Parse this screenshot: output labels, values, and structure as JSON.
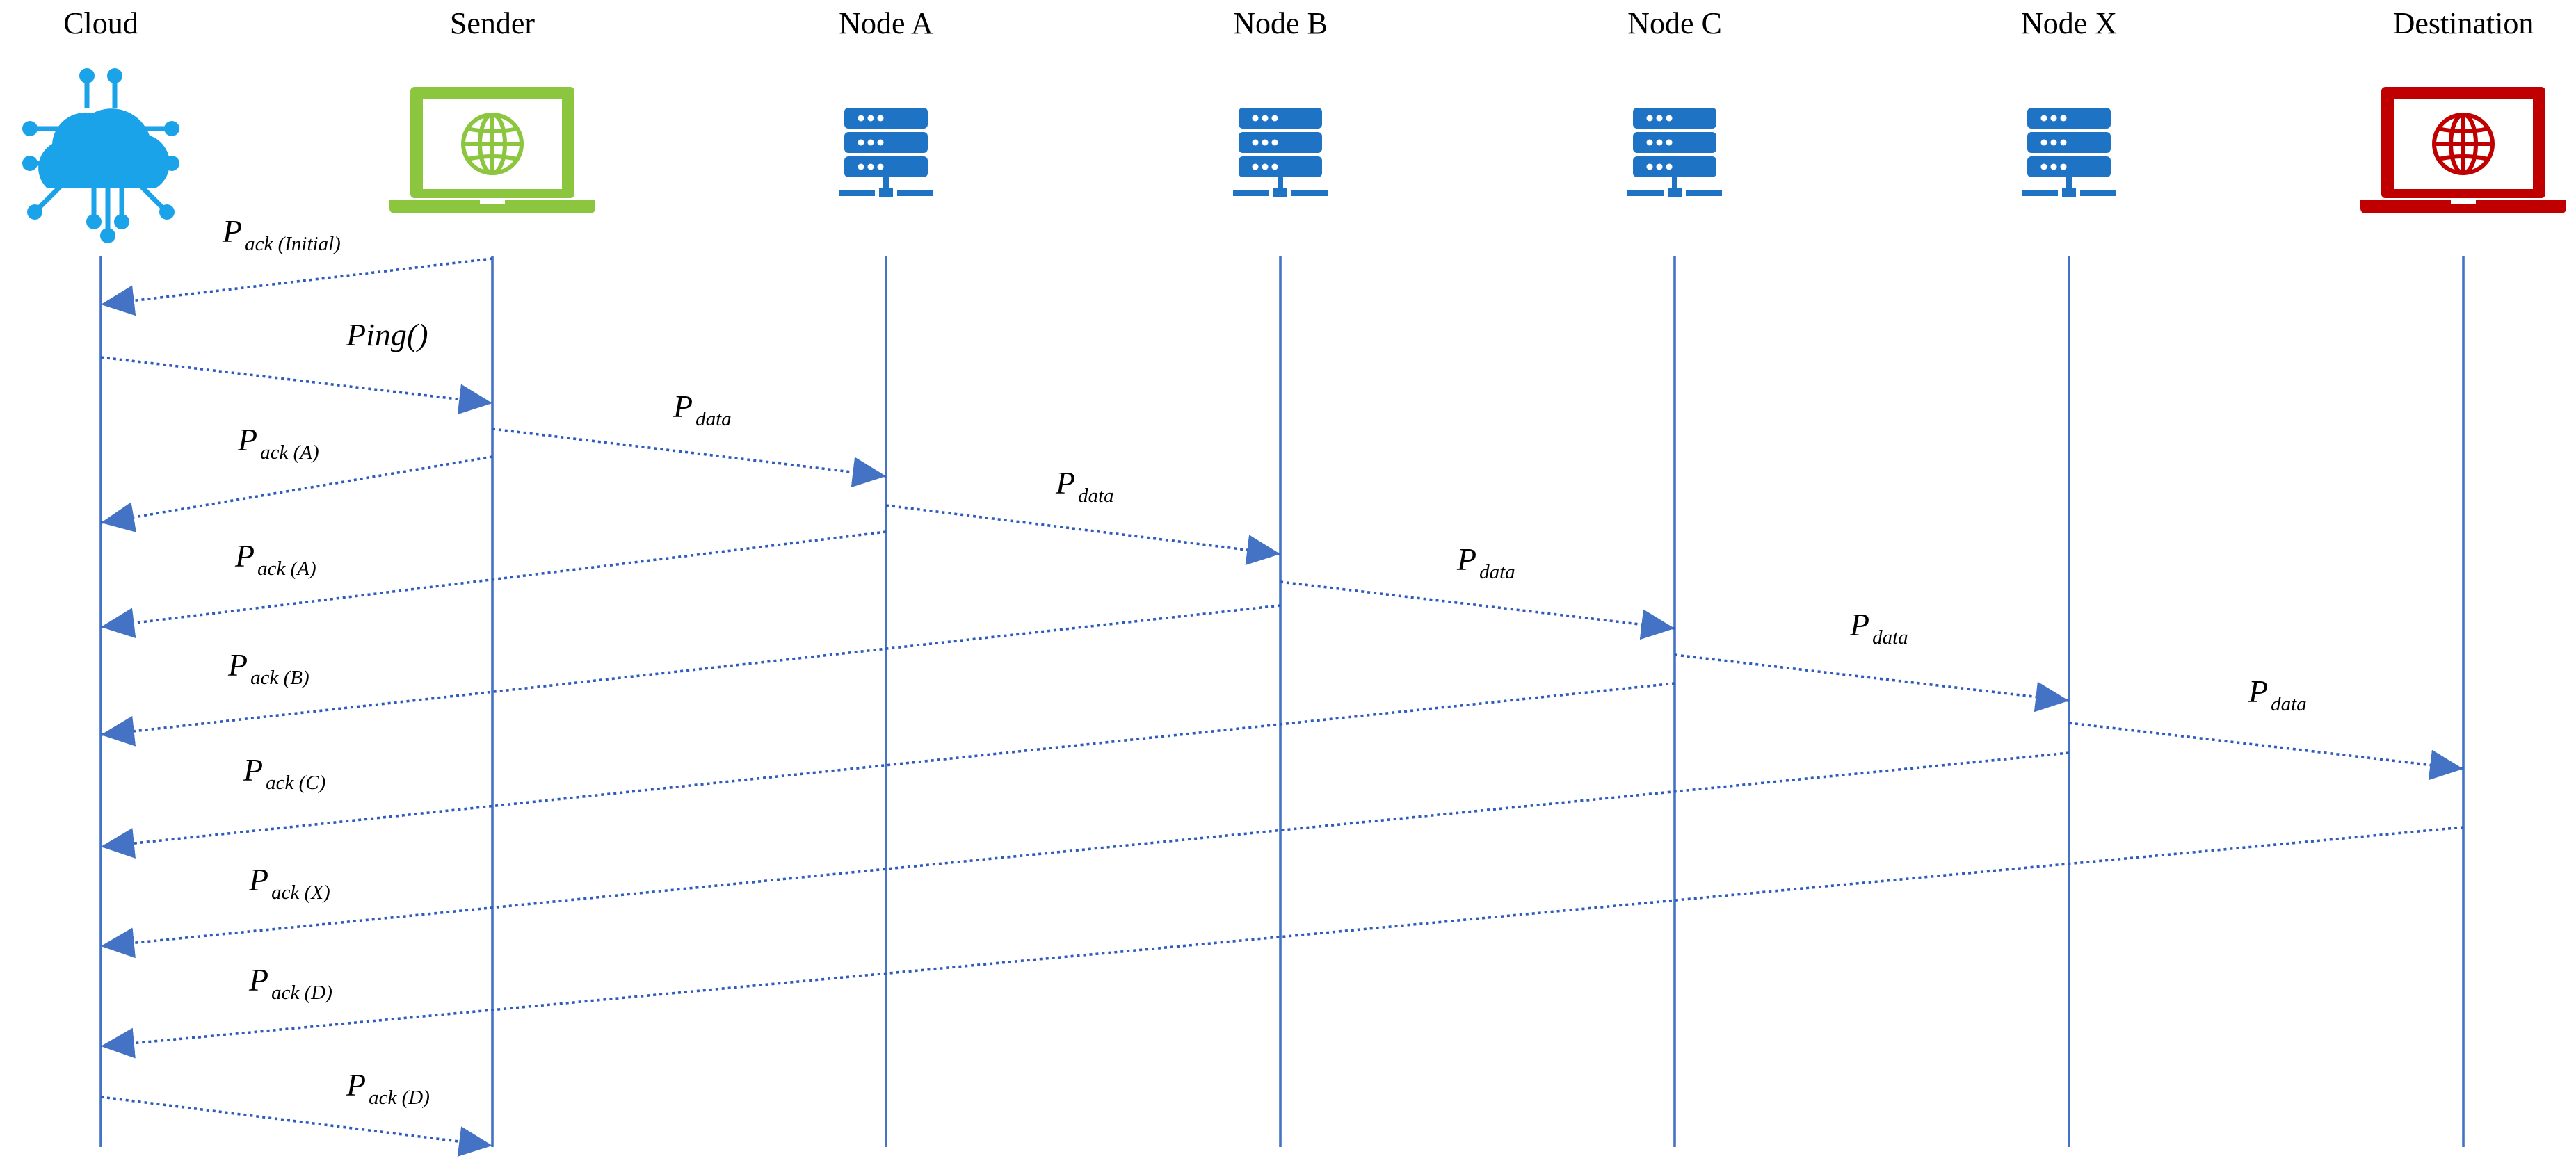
{
  "participants": [
    {
      "id": "cloud",
      "label": "Cloud",
      "icon": "cloud-network-icon",
      "color": "#1AA3E8"
    },
    {
      "id": "sender",
      "label": "Sender",
      "icon": "laptop-globe-icon",
      "color": "#8CC63F"
    },
    {
      "id": "nodeA",
      "label": "Node A",
      "icon": "server-rack-icon",
      "color": "#1F73C5"
    },
    {
      "id": "nodeB",
      "label": "Node B",
      "icon": "server-rack-icon",
      "color": "#1F73C5"
    },
    {
      "id": "nodeC",
      "label": "Node C",
      "icon": "server-rack-icon",
      "color": "#1F73C5"
    },
    {
      "id": "nodeX",
      "label": "Node X",
      "icon": "server-rack-icon",
      "color": "#1F73C5"
    },
    {
      "id": "destination",
      "label": "Destination",
      "icon": "laptop-globe-icon",
      "color": "#C00000"
    }
  ],
  "messages": [
    {
      "from": "sender",
      "to": "cloud",
      "label": "P",
      "sub": "ack (Initial)"
    },
    {
      "from": "cloud",
      "to": "sender",
      "label": "Ping()",
      "sub": ""
    },
    {
      "from": "sender",
      "to": "nodeA",
      "label": "P",
      "sub": "data"
    },
    {
      "from": "sender",
      "to": "cloud",
      "label": "P",
      "sub": "ack (A)"
    },
    {
      "from": "nodeA",
      "to": "nodeB",
      "label": "P",
      "sub": "data"
    },
    {
      "from": "nodeA",
      "to": "cloud",
      "label": "P",
      "sub": "ack (A)"
    },
    {
      "from": "nodeB",
      "to": "nodeC",
      "label": "P",
      "sub": "data"
    },
    {
      "from": "nodeB",
      "to": "cloud",
      "label": "P",
      "sub": "ack (B)"
    },
    {
      "from": "nodeC",
      "to": "nodeX",
      "label": "P",
      "sub": "data"
    },
    {
      "from": "nodeC",
      "to": "cloud",
      "label": "P",
      "sub": "ack (C)"
    },
    {
      "from": "nodeX",
      "to": "destination",
      "label": "P",
      "sub": "data"
    },
    {
      "from": "nodeX",
      "to": "cloud",
      "label": "P",
      "sub": "ack (X)"
    },
    {
      "from": "destination",
      "to": "cloud",
      "label": "P",
      "sub": "ack (D)"
    },
    {
      "from": "cloud",
      "to": "sender",
      "label": "P",
      "sub": "ack (D)"
    }
  ]
}
